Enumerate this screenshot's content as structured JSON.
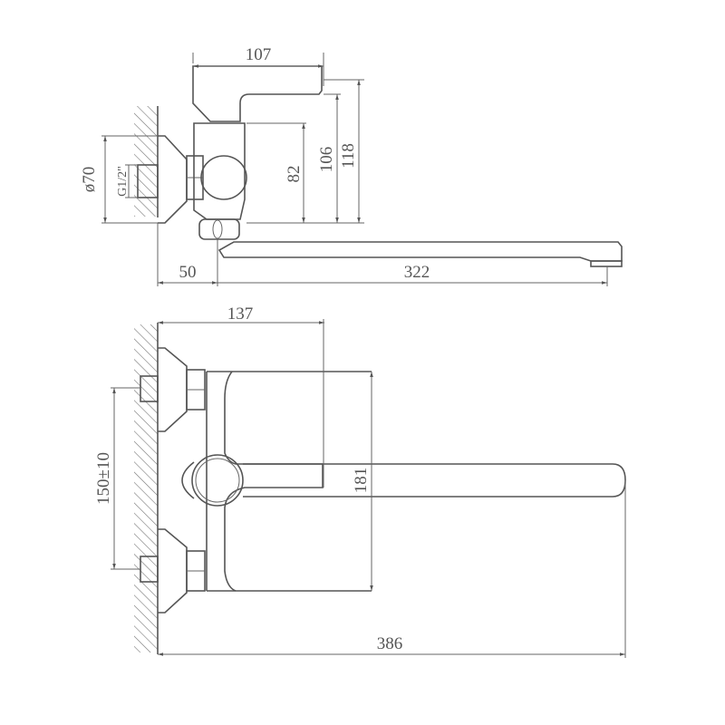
{
  "title": "Wall-mounted bath mixer dimension drawing",
  "side_view": {
    "dimensions": {
      "handle_length": "107",
      "height_total": "118",
      "height_lever": "106",
      "height_body": "82",
      "flange_diameter": "ø70",
      "thread": "G1/2\"",
      "wall_to_spout": "50",
      "spout_length": "322"
    }
  },
  "top_view": {
    "dimensions": {
      "body_depth": "137",
      "inlet_spacing": "150±10",
      "body_width": "181",
      "total_reach": "386"
    }
  },
  "colors": {
    "line": "#555555",
    "background": "#ffffff"
  }
}
